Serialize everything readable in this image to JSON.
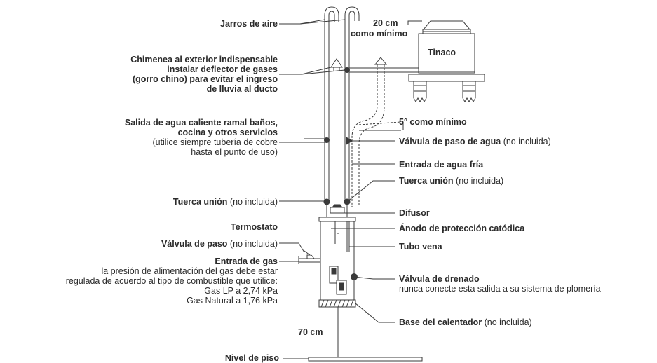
{
  "labels": {
    "jarros": "Jarros de aire",
    "cm20_a": "20 cm",
    "cm20_b": "como mínimo",
    "tinaco": "Tinaco",
    "chimenea_1": "Chimenea al exterior indispensable",
    "chimenea_2": "instalar deflector de gases",
    "chimenea_3": "(gorro chino) para evitar el ingreso",
    "chimenea_4": "de lluvia al ducto",
    "salida_1": "Salida de agua caliente ramal baños,",
    "salida_2": "cocina y otros servicios",
    "salida_3": "(utilice siempre tubería de cobre",
    "salida_4": "hasta el punto de uso)",
    "grados": "5° como mínimo",
    "valvula_agua": "Válvula de paso de agua",
    "no_incluida": "(no incluida)",
    "entrada_fria": "Entrada de agua fría",
    "tuerca_union": "Tuerca unión",
    "difusor": "Difusor",
    "termostato": "Termostato",
    "anodo": "Ánodo de protección catódica",
    "valvula_paso": "Válvula de paso",
    "tubo_vena": "Tubo vena",
    "entrada_gas": "Entrada de gas",
    "gas_1": "la presión de alimentación del gas debe estar",
    "gas_2": "regulada de acuerdo al tipo de combustible que utilice:",
    "gas_3": "Gas LP a 2,74 kPa",
    "gas_4": "Gas Natural a 1,76 kPa",
    "drenado": "Válvula de drenado",
    "drenado_sub": "nunca conecte esta salida a su sistema de plomería",
    "base": "Base del calentador",
    "cm70": "70 cm",
    "nivel_piso": "Nivel de piso"
  },
  "colors": {
    "line": "#3a3a3a",
    "text": "#2b2b2b",
    "background": "#ffffff"
  }
}
